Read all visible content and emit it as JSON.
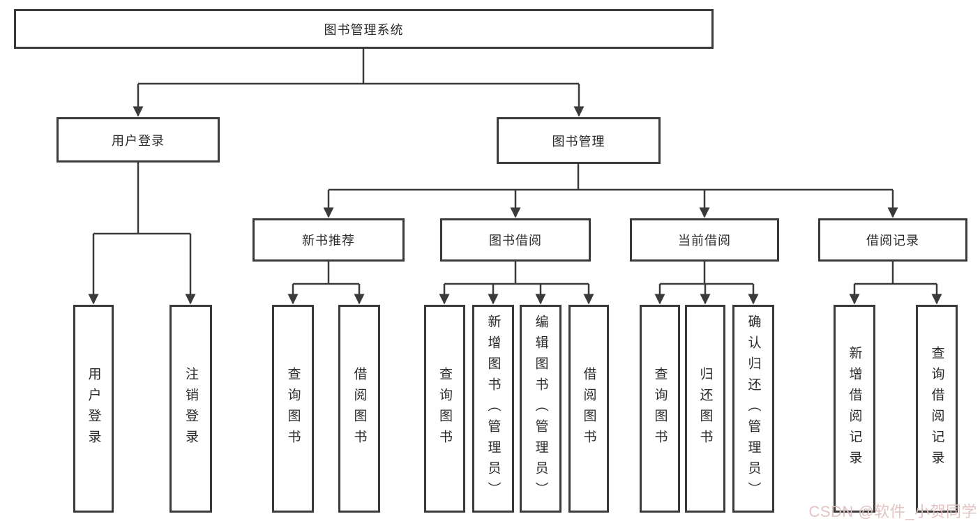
{
  "tree": {
    "root": "图书管理系统",
    "level2": [
      {
        "label": "用户登录",
        "leaves": [
          "用户登录",
          "注销登录"
        ]
      },
      {
        "label": "图书管理",
        "groups": [
          {
            "label": "新书推荐",
            "leaves": [
              "查询图书",
              "借阅图书"
            ]
          },
          {
            "label": "图书借阅",
            "leaves": [
              "查询图书",
              "新增图书（管理员）",
              "编辑图书（管理员）",
              "借阅图书"
            ]
          },
          {
            "label": "当前借阅",
            "leaves": [
              "查询图书",
              "归还图书",
              "确认归还（管理员）"
            ]
          },
          {
            "label": "借阅记录",
            "leaves": [
              "新增借阅记录",
              "查询借阅记录"
            ]
          }
        ]
      }
    ]
  },
  "watermark": {
    "text": "CSDN @软件_小贺同学"
  },
  "colors": {
    "line": "#3a3a3a",
    "box_border": "#3a3a3a",
    "text": "#2b2b2b",
    "background": "#ffffff",
    "watermark": "#e2c0c0"
  }
}
